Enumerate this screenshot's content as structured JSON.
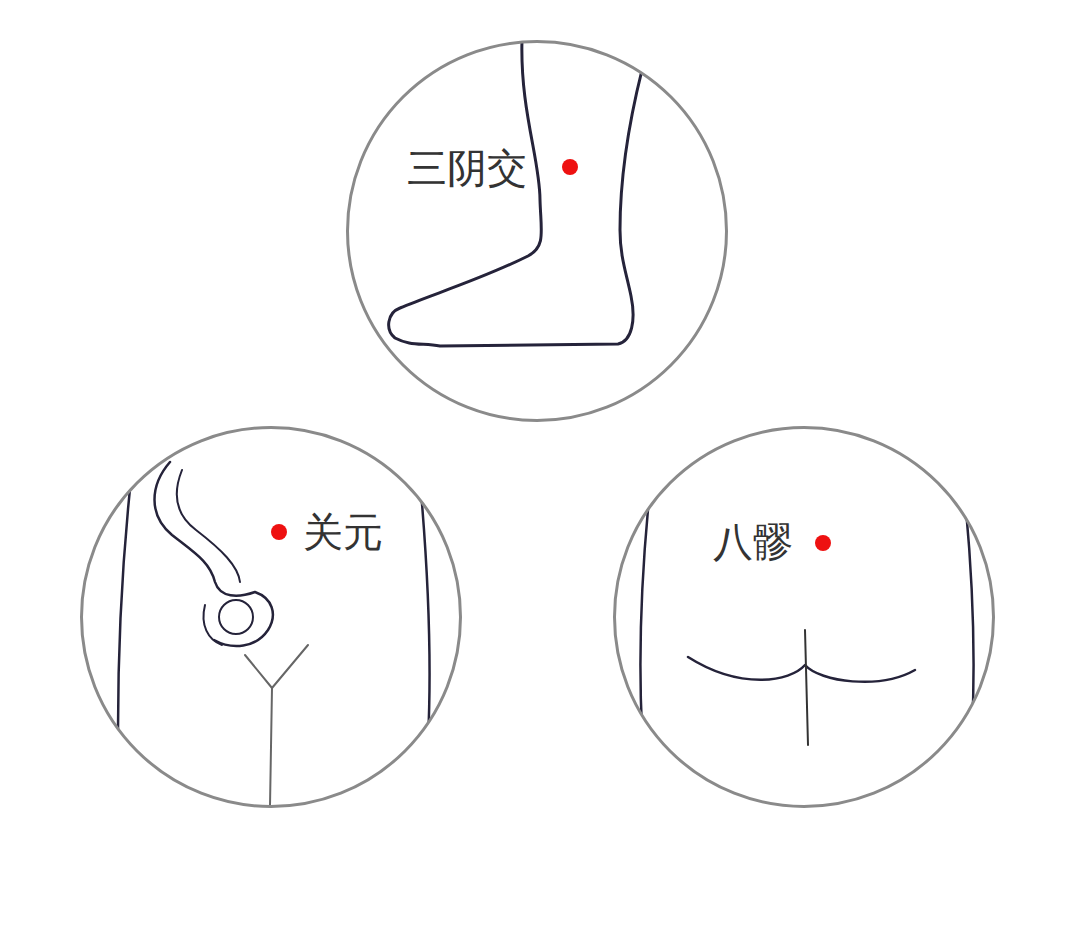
{
  "diagram": {
    "nodes": [
      {
        "text": [
          "三阴交"
        ]
      },
      {
        "text": [
          "关元"
        ]
      },
      {
        "text": [
          "八髎"
        ]
      }
    ]
  }
}
